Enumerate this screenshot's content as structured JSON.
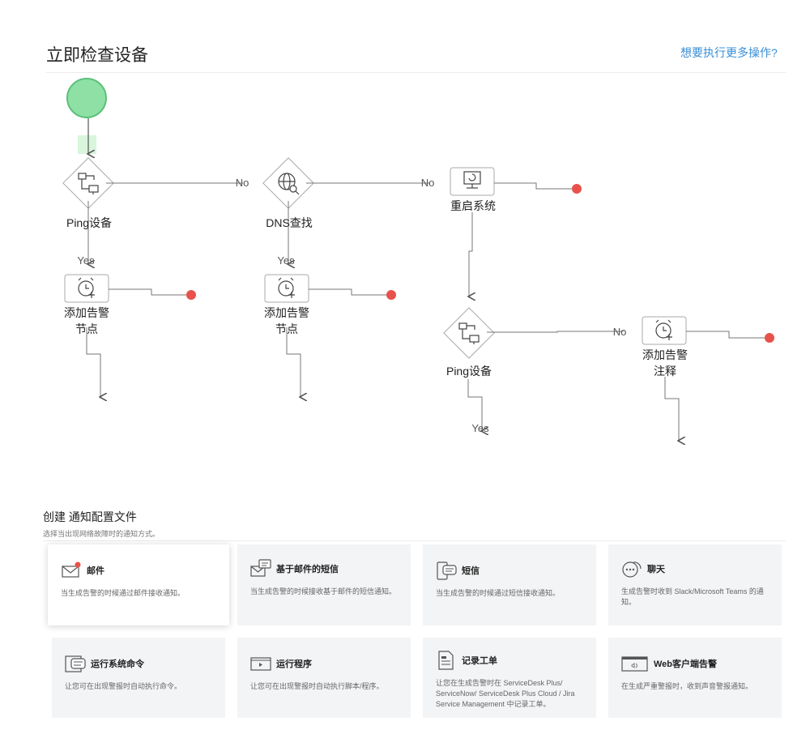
{
  "header": {
    "title": "立即检查设备",
    "more_link": "想要执行更多操作?"
  },
  "workflow": {
    "nodes": [
      {
        "id": "ping1",
        "label": "Ping设备",
        "icon": "ping-device-icon"
      },
      {
        "id": "dns",
        "label": "DNS查找",
        "icon": "dns-lookup-icon"
      },
      {
        "id": "reboot",
        "label": "重启系统",
        "icon": "reboot-system-icon"
      },
      {
        "id": "alarm1",
        "label_line1": "添加告警",
        "label_line2": "节点",
        "icon": "add-alarm-icon"
      },
      {
        "id": "alarm2",
        "label_line1": "添加告警",
        "label_line2": "节点",
        "icon": "add-alarm-icon"
      },
      {
        "id": "ping2",
        "label": "Ping设备",
        "icon": "ping-device-icon"
      },
      {
        "id": "alarm3",
        "label_line1": "添加告警",
        "label_line2": "注释",
        "icon": "add-alarm-icon"
      }
    ],
    "edge_labels": {
      "no": "No",
      "yes": "Yes"
    }
  },
  "notification": {
    "title": "创建 通知配置文件",
    "subtitle": "选择当出现网络故障时的通知方式。",
    "cards": [
      {
        "title": "邮件",
        "desc": "当生成告警的时候通过邮件接收通知。",
        "icon": "email-icon"
      },
      {
        "title": "基于邮件的短信",
        "desc": "当生成告警的时候接收基于邮件的短信通知。",
        "icon": "email-sms-icon"
      },
      {
        "title": "短信",
        "desc": "当生成告警的时候通过短信接收通知。",
        "icon": "sms-icon"
      },
      {
        "title": "聊天",
        "desc": "生成告警时收到 Slack/Microsoft Teams 的通知。",
        "icon": "chat-icon"
      },
      {
        "title": "运行系统命令",
        "desc": "让您可在出现警报时自动执行命令。",
        "icon": "run-command-icon"
      },
      {
        "title": "运行程序",
        "desc": "让您可在出现警报时自动执行脚本/程序。",
        "icon": "run-program-icon"
      },
      {
        "title": "记录工单",
        "desc": "让您在生成告警时在 ServiceDesk Plus/ ServiceNow/ ServiceDesk Plus Cloud / Jira Service Management 中记录工单。",
        "icon": "log-ticket-icon"
      },
      {
        "title": "Web客户端告警",
        "desc": "在生成严重警报时，收到声音警报通知。",
        "icon": "web-client-alert-icon"
      }
    ]
  },
  "colors": {
    "start_node": "#8ee0a4",
    "end_dot": "#e8524a",
    "link": "#3a8fd6",
    "card_bg": "#f3f4f6"
  }
}
